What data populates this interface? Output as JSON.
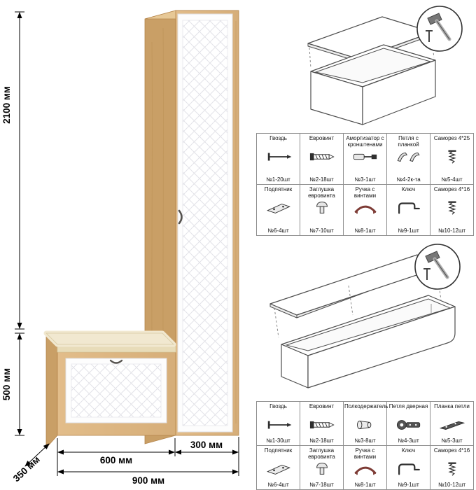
{
  "furniture": {
    "dims": {
      "total_height": "2100 мм",
      "bench_height": "500 мм",
      "depth": "350 мм",
      "bench_width": "600 мм",
      "wardrobe_width": "300 мм",
      "total_width": "900 мм"
    },
    "colors": {
      "oak": "#dcb581",
      "oak_light": "#e7c896",
      "oak_dark": "#c99f66",
      "panel_white": "#fdfdfd",
      "quilt_line": "#e3e3e9",
      "seat_cream": "#f1e8d0",
      "seat_edge": "#e8dcb9",
      "dimension": "#000000"
    }
  },
  "tables": [
    {
      "rows": [
        [
          {
            "label": "Гвоздь",
            "count": "№1-20шт",
            "icon": "nail-icon"
          },
          {
            "label": "Евровинт",
            "count": "№2-18шт",
            "icon": "euro-screw-icon"
          },
          {
            "label": "Амортизатор с кронштенами",
            "count": "№3-1шт",
            "icon": "gas-damper-icon"
          },
          {
            "label": "Петля с планкой",
            "count": "№4-2к-та",
            "icon": "hinge-with-plate-icon"
          },
          {
            "label": "Саморез 4*25",
            "count": "№5-4шт",
            "icon": "screw-icon"
          }
        ],
        [
          {
            "label": "Подпятник",
            "count": "№6-4шт",
            "icon": "foot-pad-icon"
          },
          {
            "label": "Заглушка евровинта",
            "count": "№7-10шт",
            "icon": "euro-screw-cap-icon"
          },
          {
            "label": "Ручка с винтами",
            "count": "№8-1шт",
            "icon": "handle-icon"
          },
          {
            "label": "Ключ",
            "count": "№9-1шт",
            "icon": "key-icon"
          },
          {
            "label": "Саморез 4*16",
            "count": "№10-12шт",
            "icon": "screw-icon"
          }
        ]
      ]
    },
    {
      "rows": [
        [
          {
            "label": "Гвоздь",
            "count": "№1-30шт",
            "icon": "nail-icon"
          },
          {
            "label": "Евровинт",
            "count": "№2-18шт",
            "icon": "euro-screw-icon"
          },
          {
            "label": "Полкодержатель",
            "count": "№3-8шт",
            "icon": "shelf-pin-icon"
          },
          {
            "label": "Петля дверная",
            "count": "№4-3шт",
            "icon": "door-hinge-icon"
          },
          {
            "label": "Планка петли",
            "count": "№5-3шт",
            "icon": "hinge-plate-icon"
          }
        ],
        [
          {
            "label": "Подпятник",
            "count": "№6-4шт",
            "icon": "foot-pad-icon"
          },
          {
            "label": "Заглушка евровинта",
            "count": "№7-18шт",
            "icon": "euro-screw-cap-icon"
          },
          {
            "label": "Ручка с винтами",
            "count": "№8-1шт",
            "icon": "handle-icon"
          },
          {
            "label": "Ключ",
            "count": "№9-1шт",
            "icon": "key-icon"
          },
          {
            "label": "Саморез 4*16",
            "count": "№10-12шт",
            "icon": "screw-icon"
          }
        ]
      ]
    }
  ]
}
